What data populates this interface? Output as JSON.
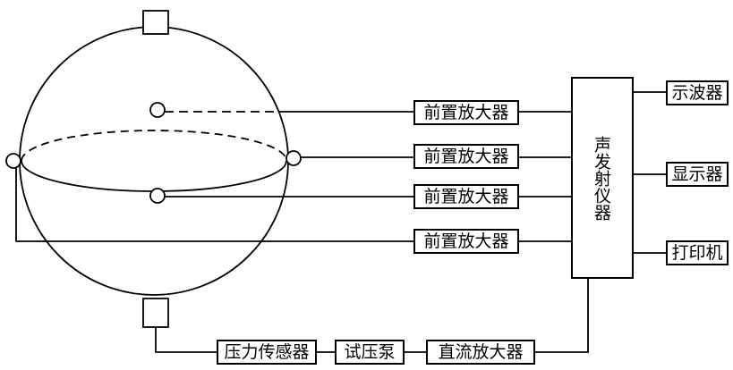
{
  "preamps": [
    "前置放大器",
    "前置放大器",
    "前置放大器",
    "前置放大器"
  ],
  "emitter": "声发射仪器",
  "outputs": [
    "示波器",
    "显示器",
    "打印机"
  ],
  "bottom_chain": [
    "压力传感器",
    "试压泵",
    "直流放大器"
  ],
  "colors": {
    "line": "#000000",
    "background": "#ffffff"
  }
}
